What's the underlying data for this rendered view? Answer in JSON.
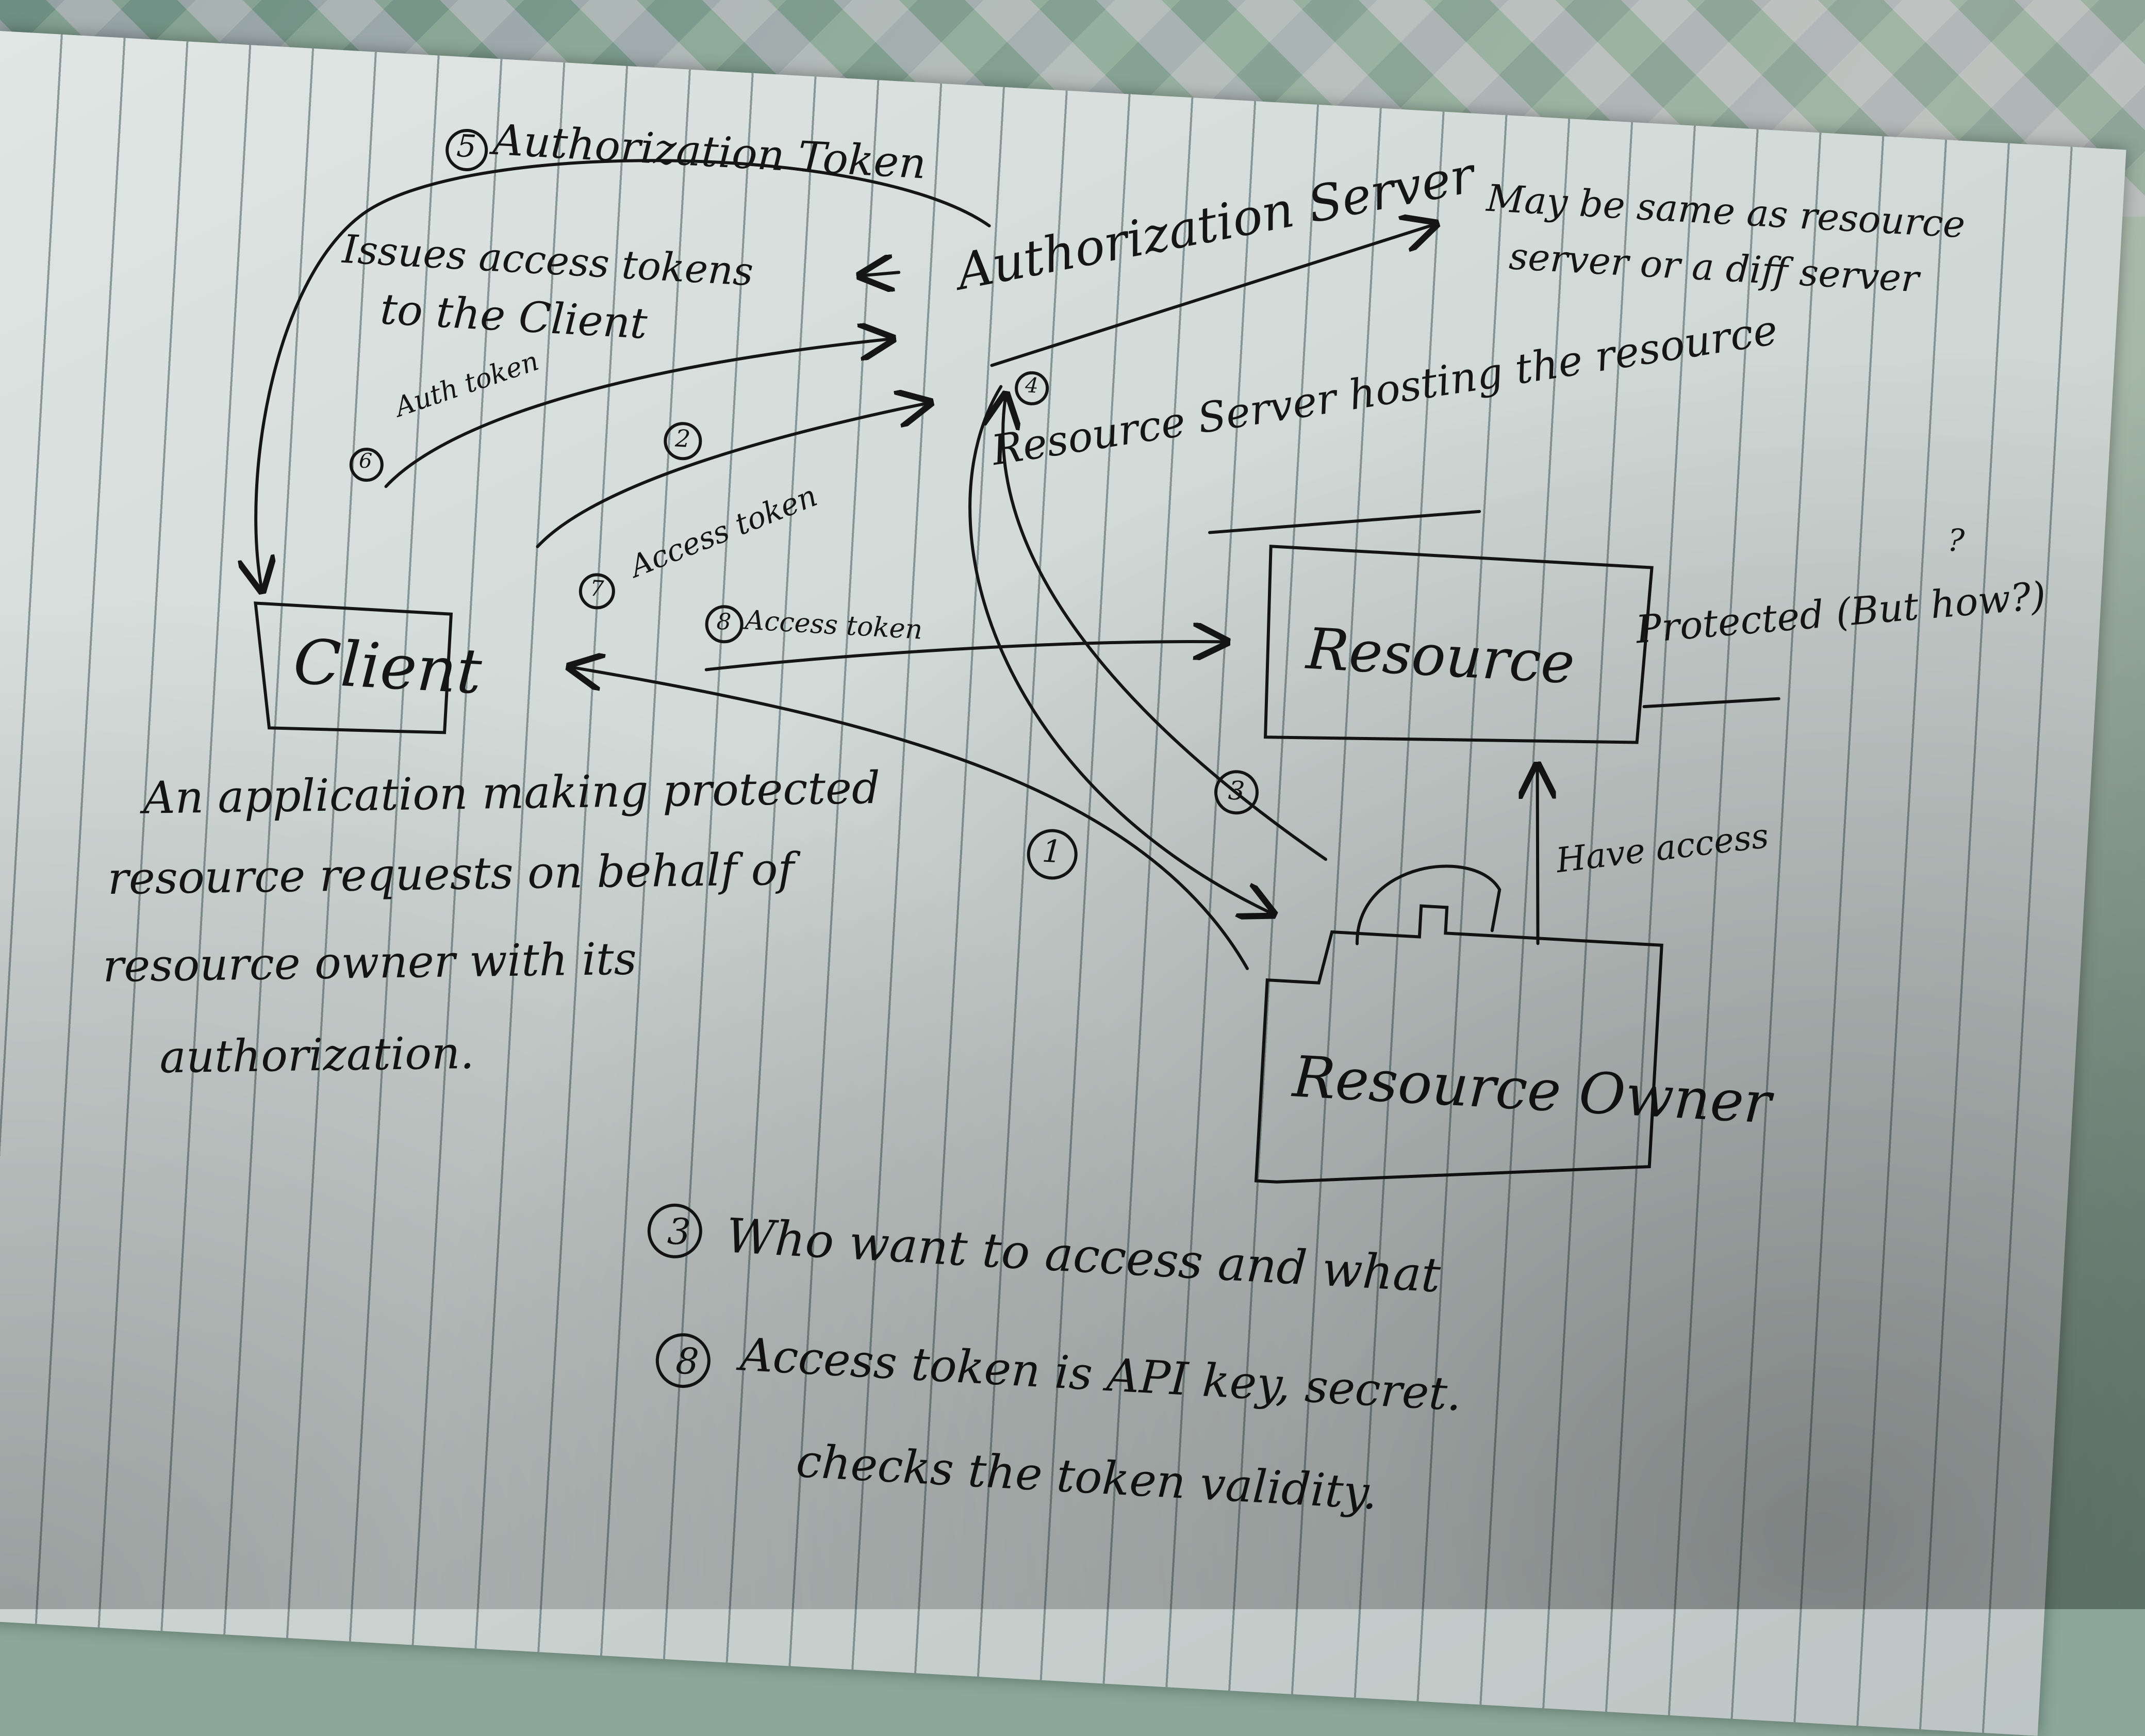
{
  "nodes": {
    "client": "Client",
    "authorization_server": "Authorization Server",
    "resource": "Resource",
    "resource_owner": "Resource Owner",
    "resource_server": "Resource Server hosting the resource"
  },
  "notes": {
    "auth_server_note_line1": "May be same as resource",
    "auth_server_note_line2": "server or a diff server",
    "issues_line1": "Issues access tokens",
    "issues_line2": "to the Client",
    "protected": "Protected (But how?)",
    "have_access": "Have access",
    "client_desc_line1": "An application making protected",
    "client_desc_line2": "resource requests on behalf of",
    "client_desc_line3": "resource owner with its",
    "client_desc_line4": "authorization.",
    "footnote_3": "Who want to access and what",
    "footnote_8_line1": "Access token is API key, secret.",
    "footnote_8_line2": "checks the token validity."
  },
  "arrows": {
    "step5": "Authorization Token",
    "step6": "Auth token",
    "step2_num": "2",
    "step7": "Access token",
    "step8": "Access token",
    "step1_num": "1",
    "step3_num": "3",
    "step4_num": "4"
  },
  "markers": {
    "n5": "5",
    "n6": "6",
    "n7": "7",
    "n8": "8",
    "fn3": "3",
    "fn8": "8",
    "q": "?"
  }
}
